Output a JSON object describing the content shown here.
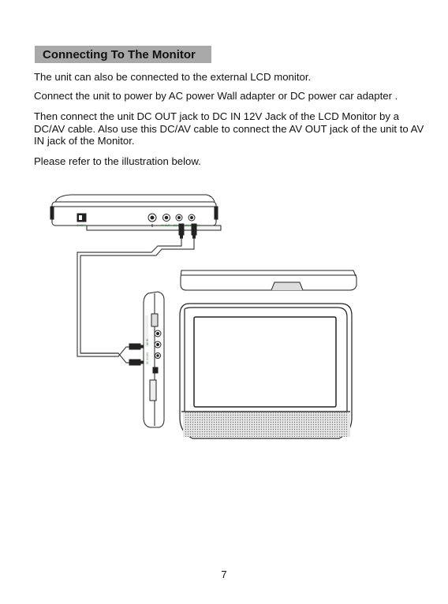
{
  "section_title": "Connecting To The Monitor",
  "paragraphs": [
    "The unit can also be connected to the external LCD monitor.",
    "Connect the unit to power by AC power Wall adapter or DC power car adapter .",
    "Then connect  the unit DC OUT jack to DC IN 12V Jack  of the LCD Monitor by a DC/AV cable. Also use this DC/AV cable to connect the AV OUT jack of the unit to AV IN jack of the Monitor.",
    "Please refer to the  illustration below."
  ],
  "page_number": "7",
  "illustration": {
    "player_labels": [
      "ON/OFF",
      "AV OUT",
      "DC OUT",
      "DC IN 9-12V"
    ],
    "monitor_labels": [
      "AV IN",
      "DC IN 12V"
    ]
  },
  "colors": {
    "heading_bg": "#a9a9a9",
    "label_green": "#1a8a2a"
  }
}
